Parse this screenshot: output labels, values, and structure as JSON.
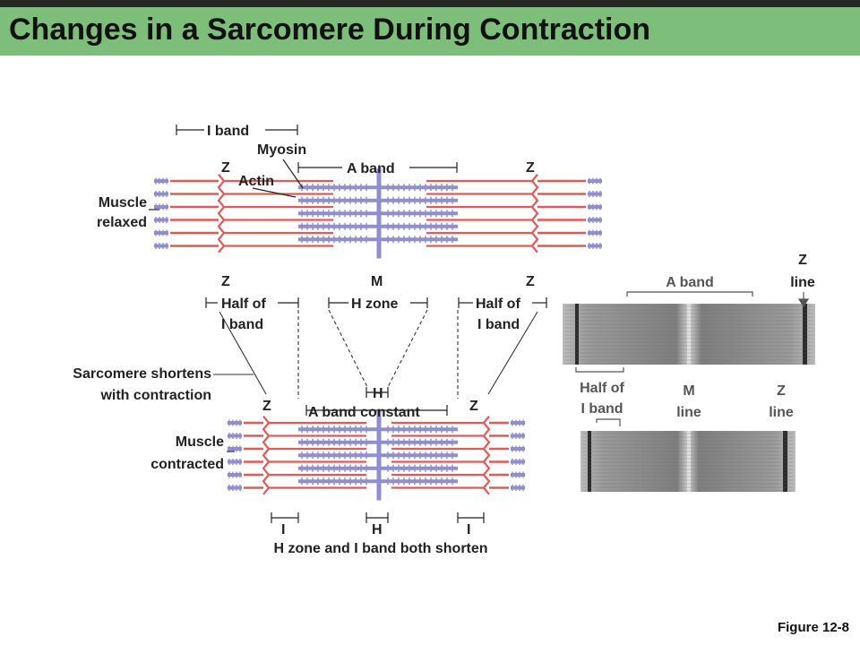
{
  "title": "Changes in a Sarcomere During Contraction",
  "figure_label": "Figure 12-8",
  "colors": {
    "title_bar": "#7dbf7a",
    "actin": "#e05a5a",
    "myosin": "#8f8fd0",
    "label": "#222222"
  },
  "relaxed": {
    "state_label_line1": "Muscle",
    "state_label_line2": "relaxed",
    "i_band": "I band",
    "myosin": "Myosin",
    "actin": "Actin",
    "a_band": "A band",
    "z_left": "Z",
    "z_right": "Z"
  },
  "middle": {
    "z_left": "Z",
    "m": "M",
    "z_right": "Z",
    "half_i_left_1": "Half of",
    "half_i_left_2": "I band",
    "h_zone": "H zone",
    "half_i_right_1": "Half of",
    "half_i_right_2": "I band"
  },
  "contracted": {
    "sarcomere_note_1": "Sarcomere shortens",
    "sarcomere_note_2": "with contraction",
    "state_label_line1": "Muscle",
    "state_label_line2": "contracted",
    "z_left": "Z",
    "h": "H",
    "a_band_constant": "A band constant",
    "z_right": "Z",
    "i_left": "I",
    "h_bottom": "H",
    "i_right": "I",
    "caption": "H zone and I band both shorten"
  },
  "micrograph": {
    "a_band": "A band",
    "z_line_top_1": "Z",
    "z_line_top_2": "line",
    "half_i_1": "Half of",
    "half_i_2": "I band",
    "m_line_1": "M",
    "m_line_2": "line",
    "z_line_1": "Z",
    "z_line_2": "line"
  }
}
